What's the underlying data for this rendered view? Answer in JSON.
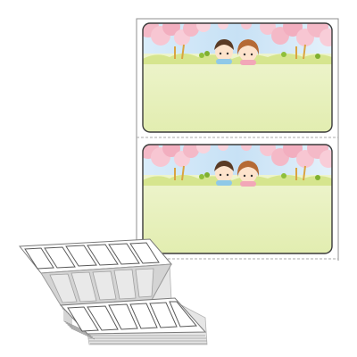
{
  "product": {
    "labels_per_sheet": 2,
    "fanfold_stack_label_columns": 6
  },
  "colors": {
    "background": "#ffffff",
    "sheet_border": "#8f8f8f",
    "perforation": "#a9a9a9",
    "label_border": "#3a3a3a",
    "blossom_pink": "#f4b9c7",
    "sky_blue": "#c9e2f6",
    "meadow_green": "#e6f0b8",
    "grass_green": "#cfe07d",
    "stack_shadow": "#b5b5b5"
  },
  "illustration": {
    "theme": "cherry-blossom-meadow",
    "characters": [
      "boy-face",
      "girl-face"
    ]
  }
}
